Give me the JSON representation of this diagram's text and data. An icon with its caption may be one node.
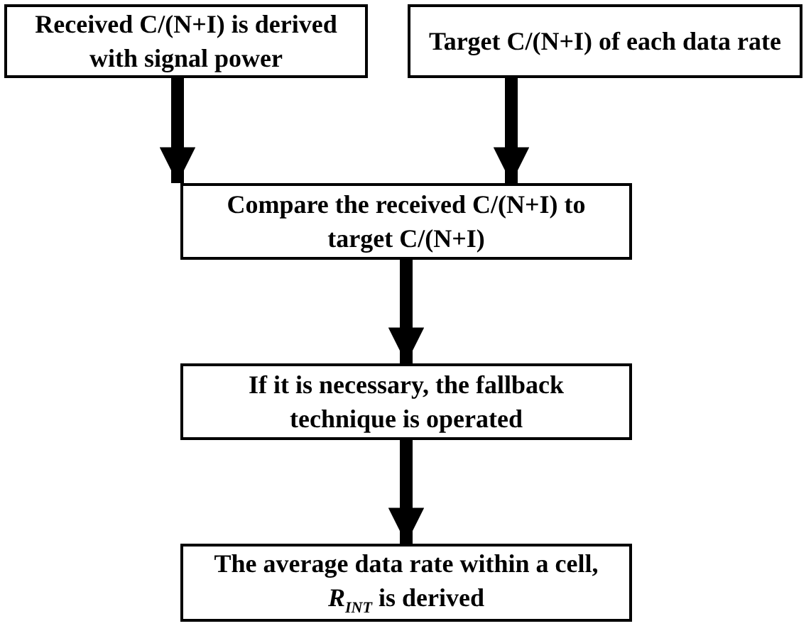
{
  "diagram": {
    "nodes": [
      {
        "text": [
          "Received C/(N+I) is derived with signal power"
        ]
      },
      {
        "text": [
          "Target C/(N+I) of each data rate"
        ]
      },
      {
        "text": [
          "Compare the received C/(N+I) to target C/(N+I)"
        ]
      },
      {
        "text": [
          "If it is necessary, the fallback technique is operated"
        ]
      },
      {
        "text": [
          "The average data rate within a cell, *R*$_{INT}$ is derived"
        ]
      }
    ],
    "edges": [
      {
        "from": 0,
        "to": 2,
        "arrow": "to"
      },
      {
        "from": 1,
        "to": 2,
        "arrow": "to"
      },
      {
        "from": 2,
        "to": 3,
        "arrow": "to"
      },
      {
        "from": 3,
        "to": 4,
        "arrow": "to"
      }
    ]
  }
}
